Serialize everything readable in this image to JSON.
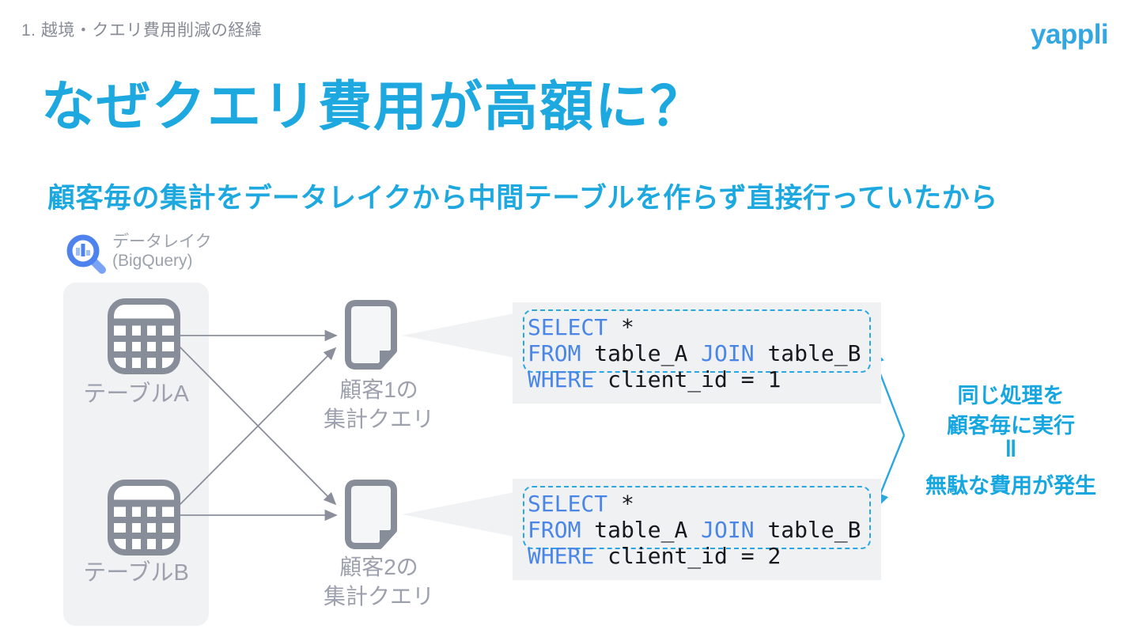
{
  "slide": {
    "breadcrumb": "1. 越境・クエリ費用削減の経緯",
    "logo_text": "yappli",
    "title": "なぜクエリ費用が高額に？",
    "subtitle": "顧客毎の集計をデータレイクから中間テーブルを作らず直接行っていたから"
  },
  "datalake": {
    "icon": "bigquery-magnifier-icon",
    "label_line1": "データレイク",
    "label_line2": "(BigQuery)"
  },
  "source_tables": [
    {
      "icon": "table-grid-icon",
      "label": "テーブルA"
    },
    {
      "icon": "table-grid-icon",
      "label": "テーブルB"
    }
  ],
  "query_docs": [
    {
      "icon": "document-icon",
      "label_line1": "顧客1の",
      "label_line2": "集計クエリ"
    },
    {
      "icon": "document-icon",
      "label_line1": "顧客2の",
      "label_line2": "集計クエリ"
    }
  ],
  "code_blocks": [
    {
      "l1_kw": "SELECT",
      "l1_rest": " *",
      "l2_kw1": "FROM",
      "l2_id1": " table_A ",
      "l2_kw2": "JOIN",
      "l2_id2": " table_B",
      "l3_kw": "WHERE",
      "l3_rest": " client_id = 1"
    },
    {
      "l1_kw": "SELECT",
      "l1_rest": " *",
      "l2_kw1": "FROM",
      "l2_id1": " table_A ",
      "l2_kw2": "JOIN",
      "l2_id2": " table_B",
      "l3_kw": "WHERE",
      "l3_rest": " client_id = 2"
    }
  ],
  "annotation": {
    "line1": "同じ処理を",
    "line2": "顧客毎に実行",
    "equals_symbol": "‖",
    "line3": "無駄な費用が発生"
  },
  "colors": {
    "accent_cyan": "#1DA9E0",
    "dashed_border_cyan": "#2AA7E0",
    "keyword_blue": "#4A85E8",
    "code_text_black": "#15181E",
    "label_gray": "#9CA1AD",
    "icon_gray": "#878D99",
    "panel_bg": "#F1F2F4",
    "code_bg": "#EFF1F3",
    "bigquery_blue": "#4E82EC",
    "bigquery_light_blue": "#9FBFF7"
  }
}
